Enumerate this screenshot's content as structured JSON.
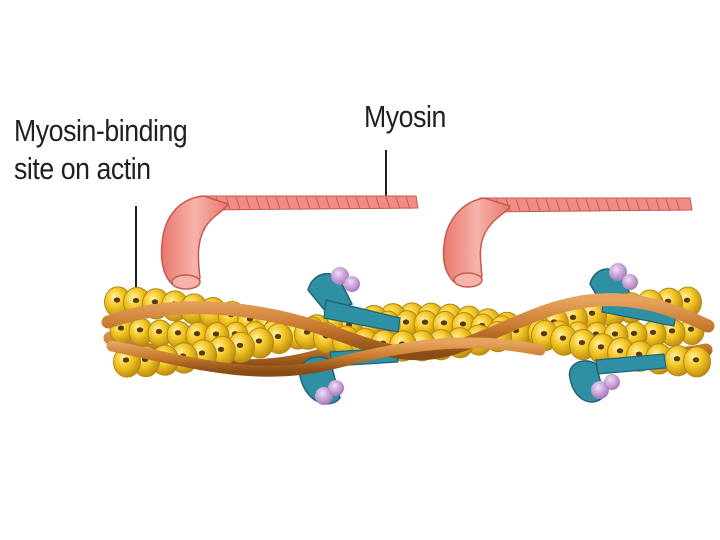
{
  "labels": {
    "binding_site_line1": "Myosin-binding",
    "binding_site_line2": "site on actin",
    "myosin": "Myosin"
  },
  "colors": {
    "actin_bead": "#f3c623",
    "actin_bead_dark": "#b38a12",
    "tropomyosin": "#c8792e",
    "tropomyosin_dark": "#8a4d16",
    "troponin_blue": "#2f8fa3",
    "troponin_purple": "#c9a3d8",
    "myosin_head": "#f2938a",
    "myosin_tail": "#ee8d83",
    "text": "#231f20"
  }
}
